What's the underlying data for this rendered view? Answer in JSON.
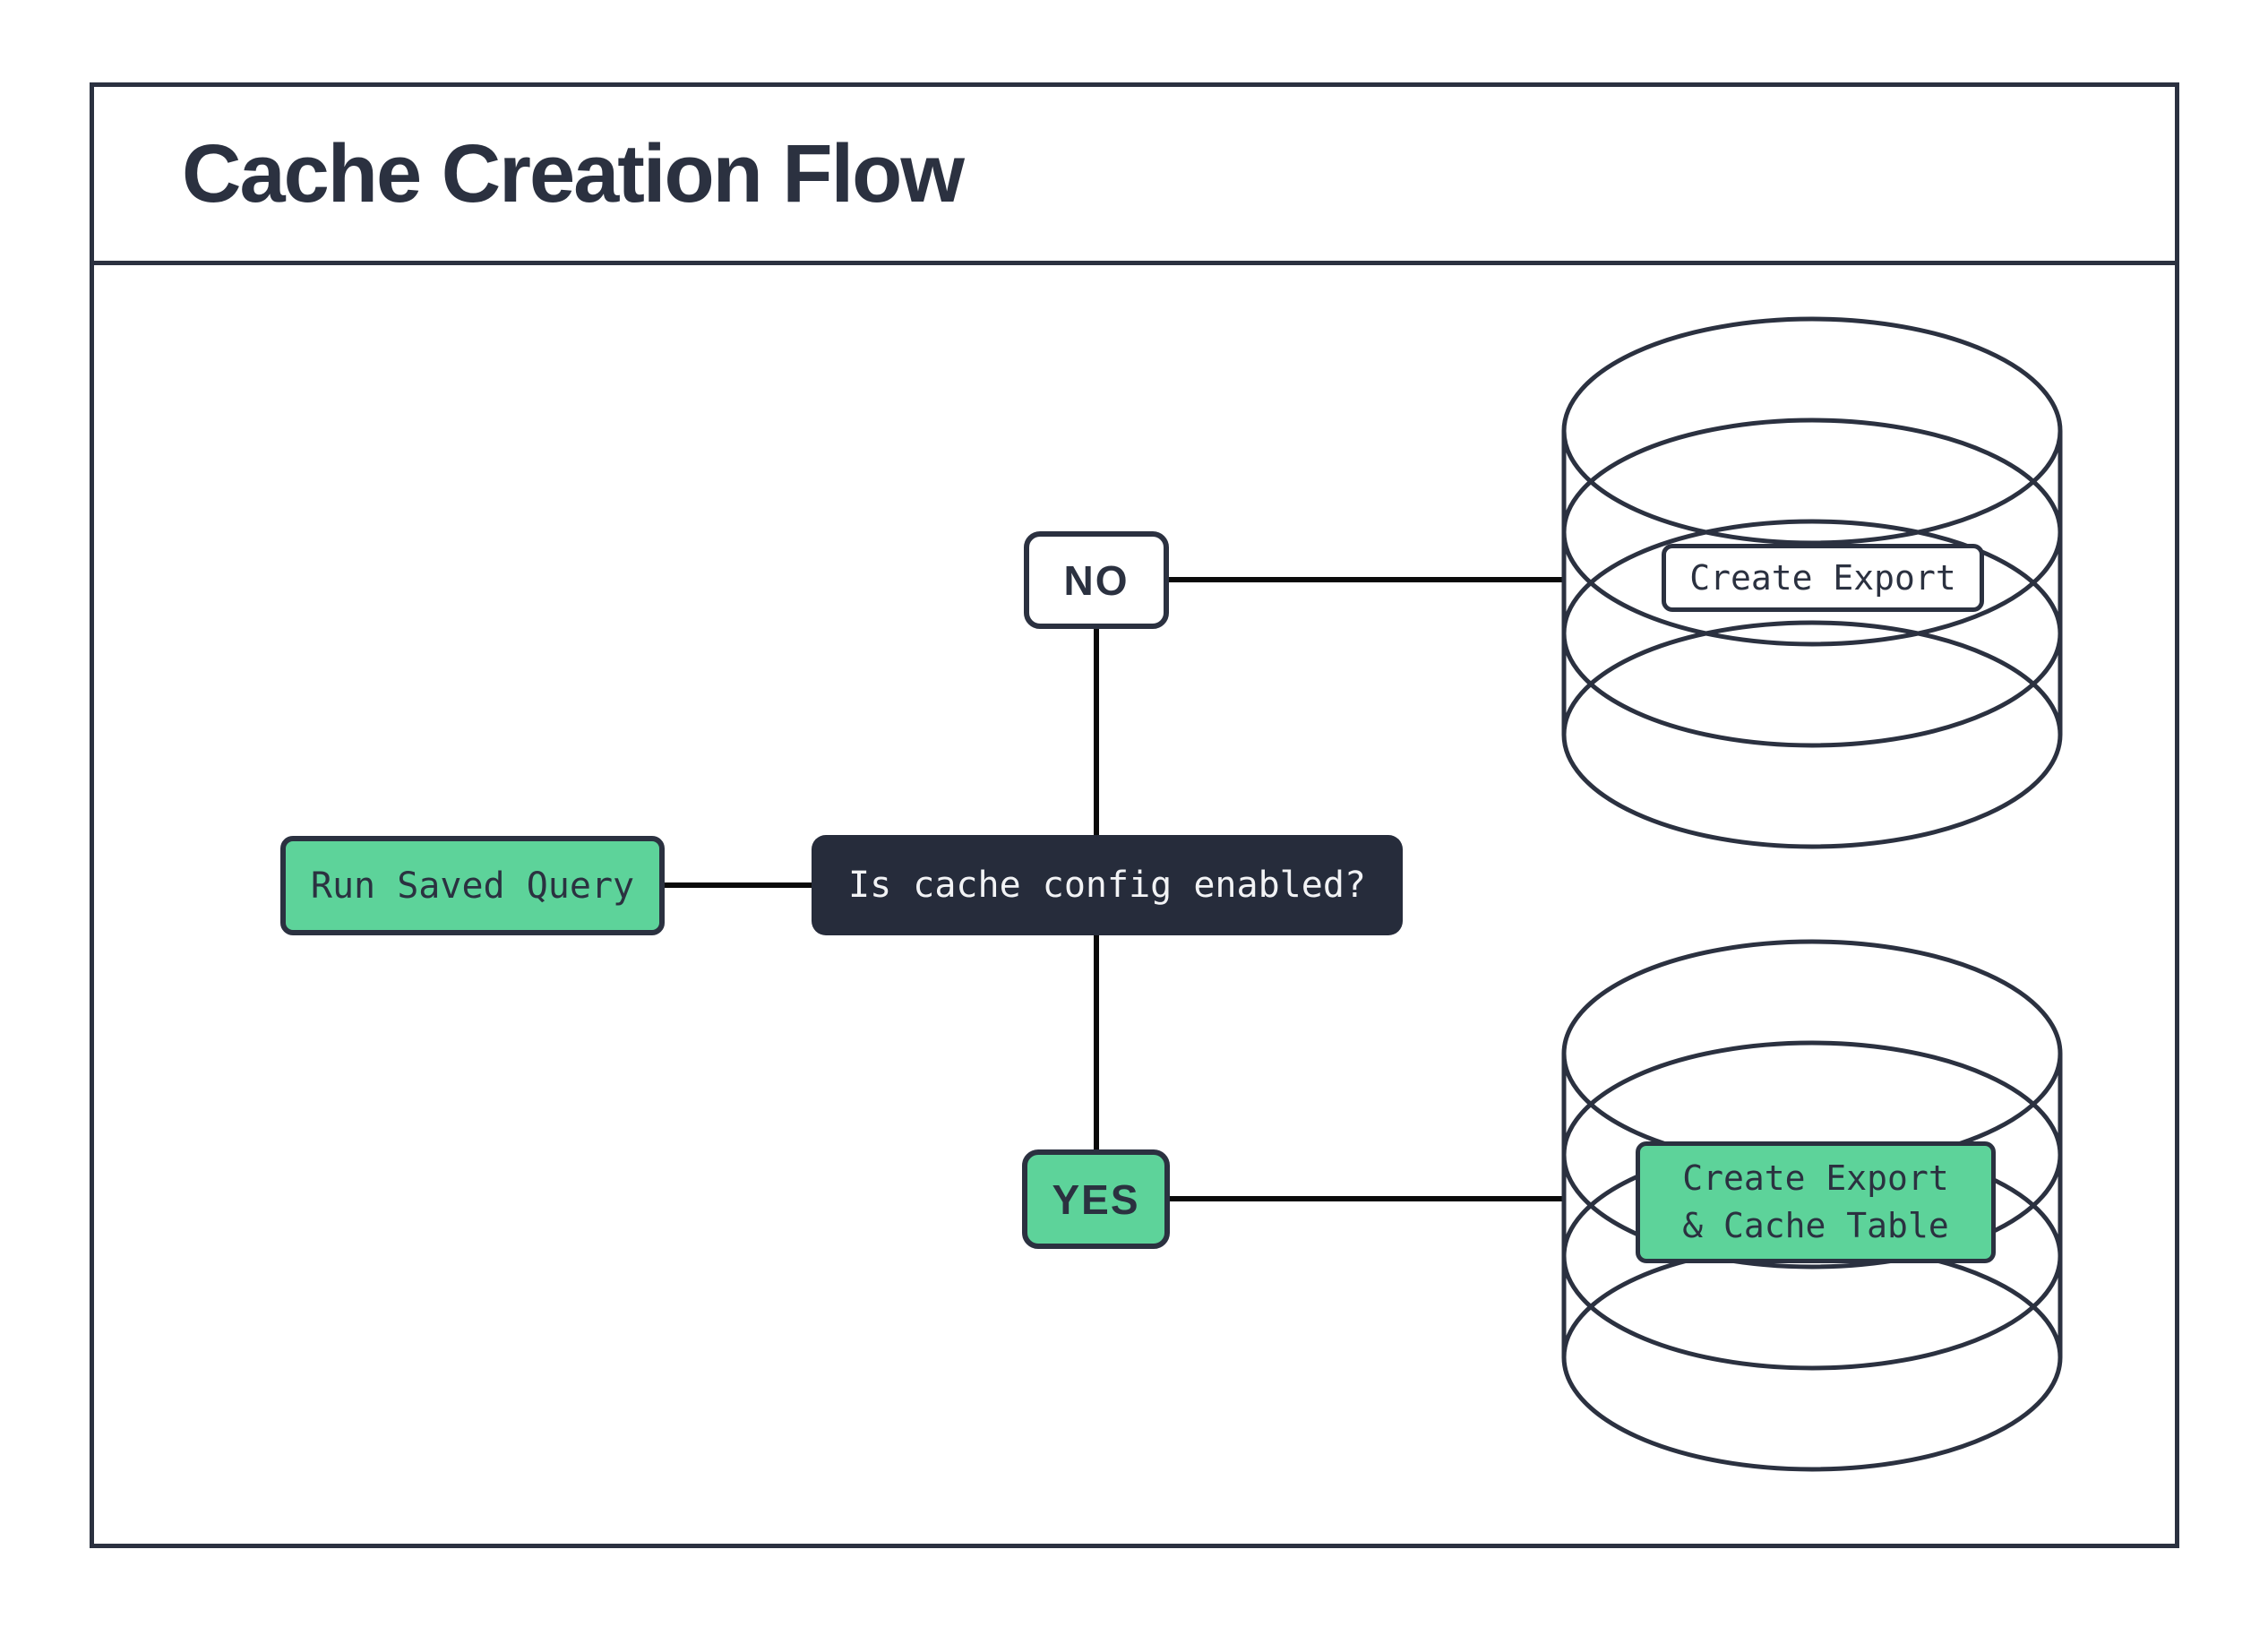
{
  "title": "Cache Creation Flow",
  "colors": {
    "canvas_bg": "#ffffff",
    "ink": "#2b3140",
    "line": "#0a0a0a",
    "node_dark_bg": "#262c3b",
    "node_green_bg": "#5dd39a",
    "node_light_bg": "#ffffff",
    "text_light": "#f2f3f5"
  },
  "nodes": {
    "start": {
      "label": "Run Saved Query"
    },
    "decision": {
      "label": "Is cache config enabled?"
    },
    "no_branch": {
      "label": "NO"
    },
    "yes_branch": {
      "label": "YES"
    },
    "export_db": {
      "label": "Create Export",
      "shape": "database-cylinder"
    },
    "export_cache_db": {
      "label_line1": "Create Export",
      "label_line2": "& Cache Table",
      "shape": "database-cylinder"
    }
  },
  "edges": [
    {
      "from": "start",
      "to": "decision"
    },
    {
      "from": "decision",
      "to": "no_branch"
    },
    {
      "from": "no_branch",
      "to": "export_db"
    },
    {
      "from": "decision",
      "to": "yes_branch"
    },
    {
      "from": "yes_branch",
      "to": "export_cache_db"
    }
  ]
}
